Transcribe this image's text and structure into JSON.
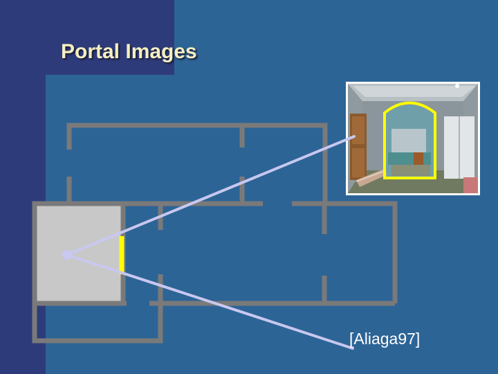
{
  "slide": {
    "title": "Portal Images",
    "citation": "[Aliaga97]"
  },
  "colors": {
    "background": "#2d6496",
    "band": "#2e3b7a",
    "title_text": "#f4efc2",
    "wall": "#7a7a7a",
    "room_fill": "#c8c8c8",
    "portal": "#ffff00",
    "view_ray": "#c8c8f0"
  },
  "figure": {
    "floor_plan": "house-floor-plan",
    "inset": "rendered-room-view-through-doorway"
  }
}
